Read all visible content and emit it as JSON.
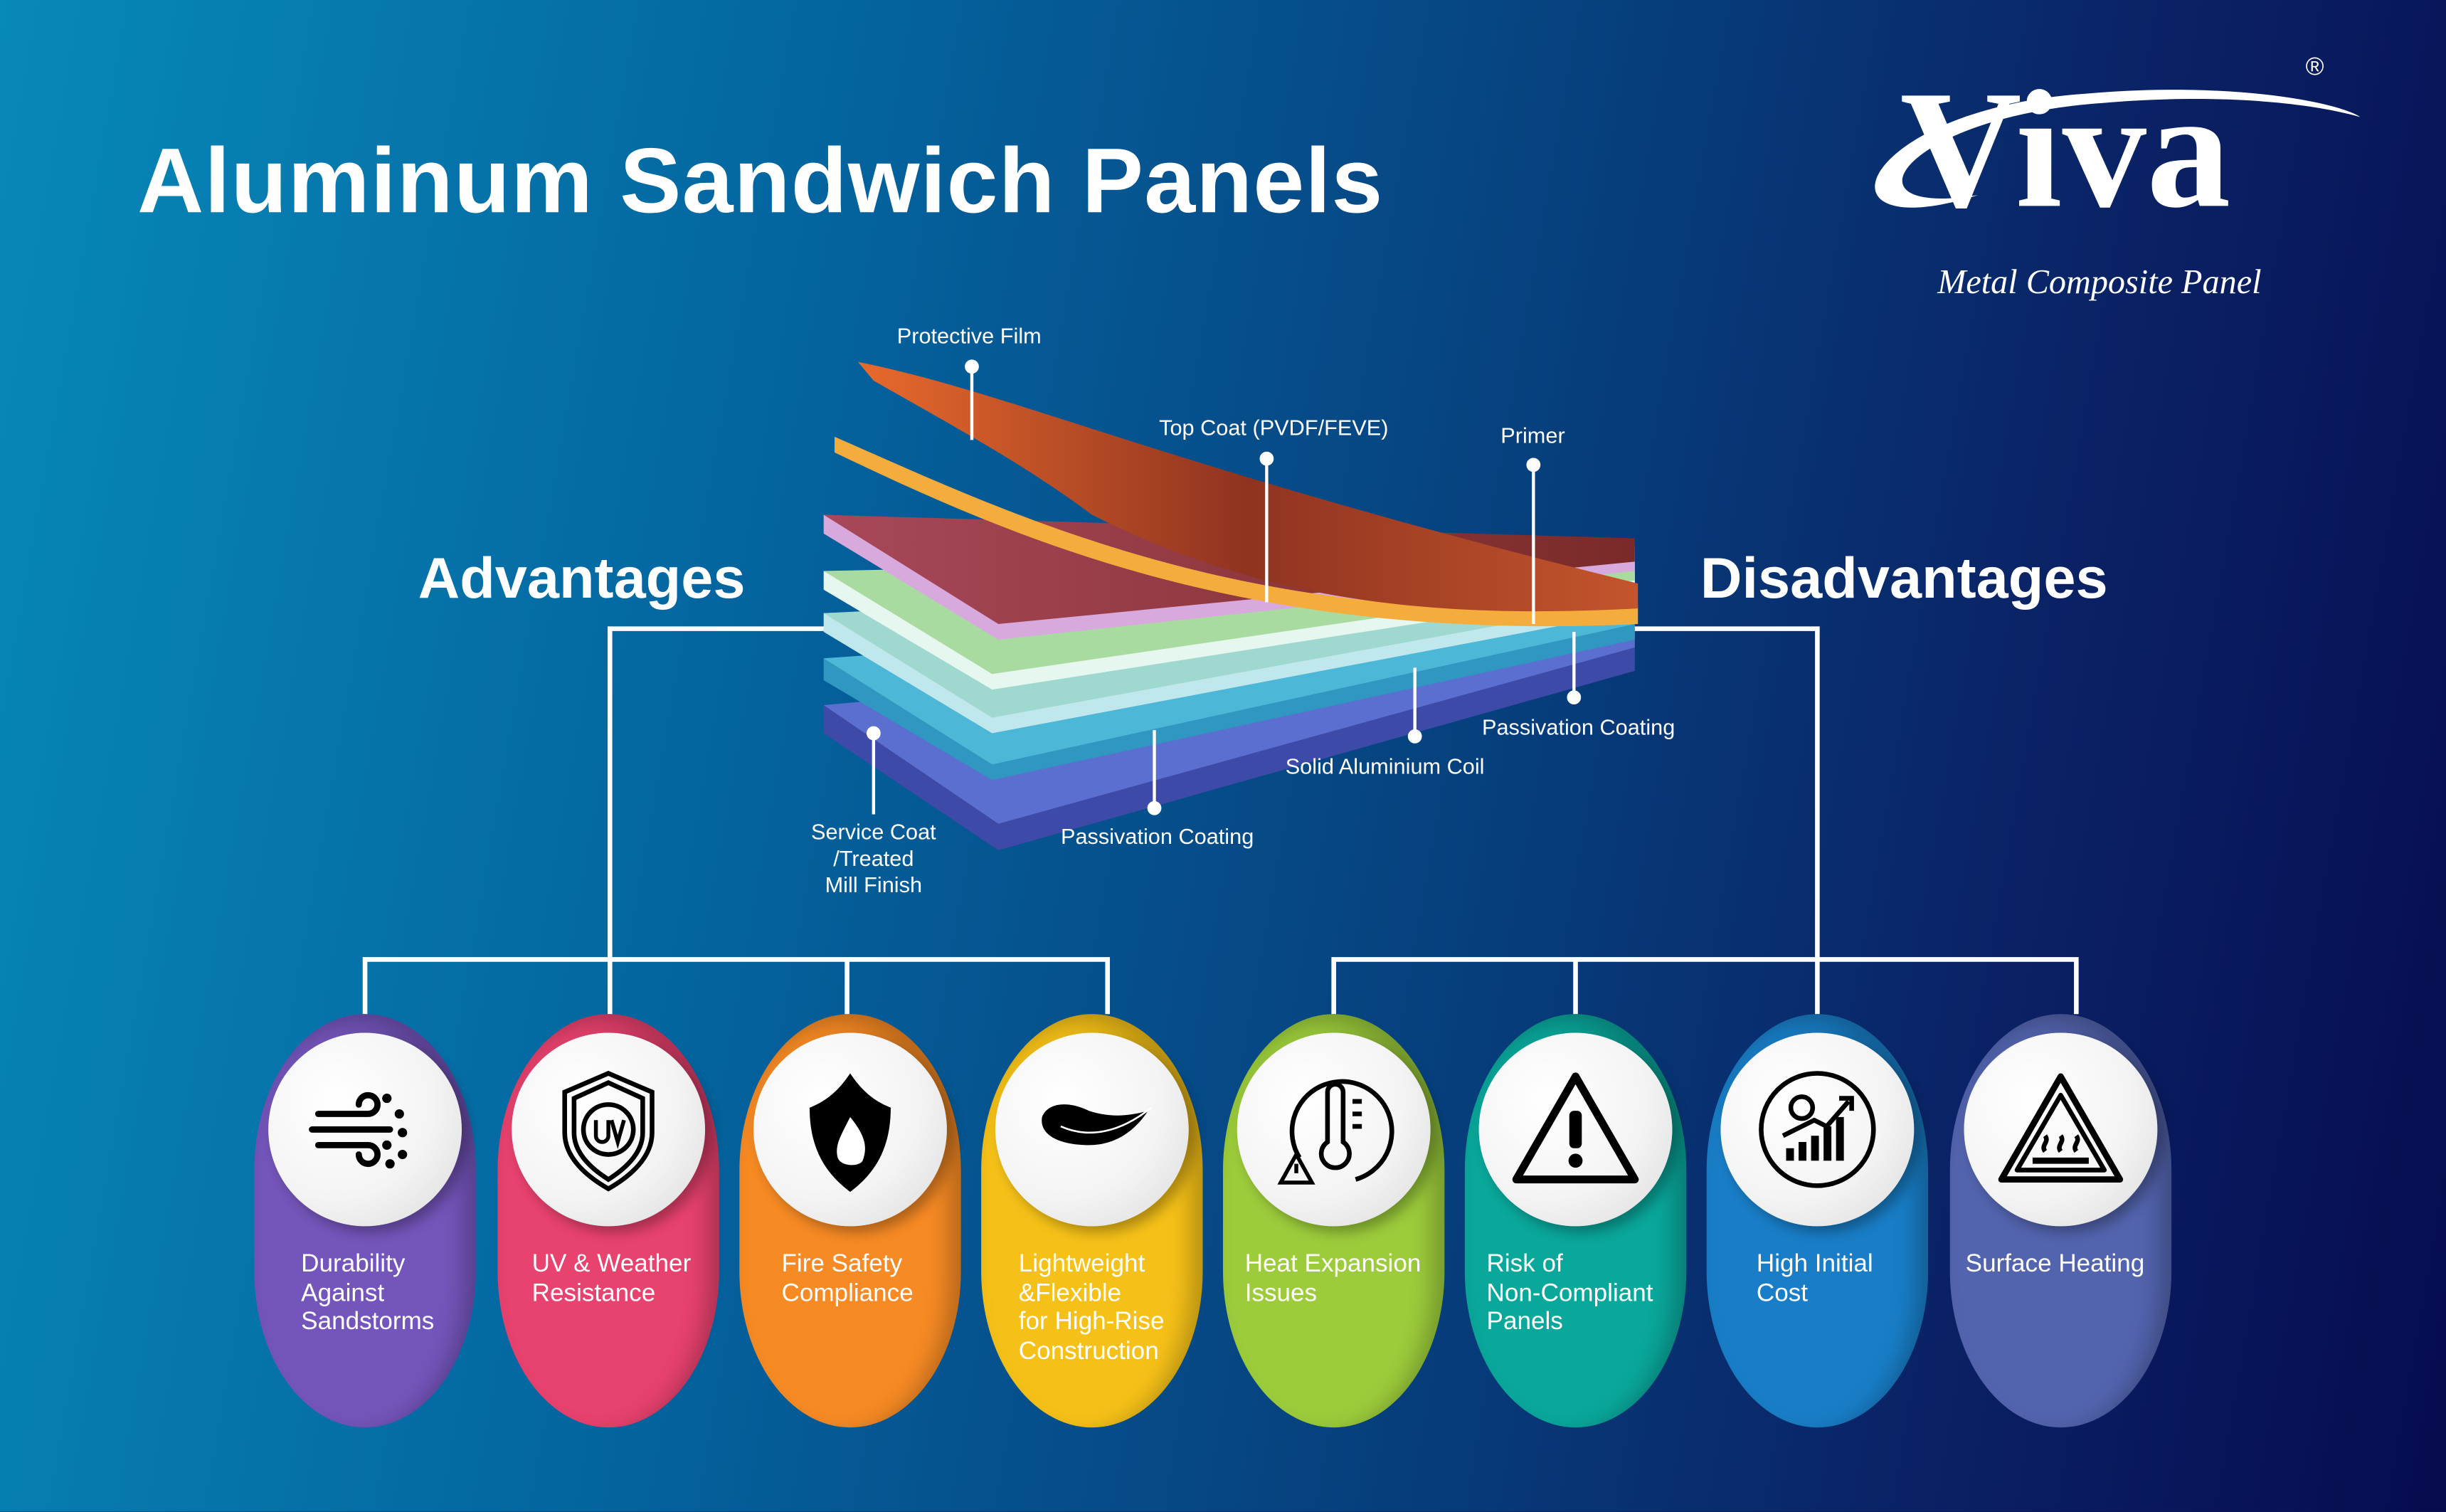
{
  "title": "Aluminum Sandwich Panels",
  "logo": {
    "brand": "Viva",
    "registered": "®",
    "tagline": "Metal Composite Panel"
  },
  "sections": {
    "advantages": "Advantages",
    "disadvantages": "Disadvantages"
  },
  "layers": {
    "protective_film": "Protective Film",
    "top_coat": "Top Coat (PVDF/FEVE)",
    "primer": "Primer",
    "passivation_top": "Passivation Coating",
    "solid_coil": "Solid Aluminium Coil",
    "passivation_bottom": "Passivation Coating",
    "service_coat": [
      "Service Coat",
      "/Treated",
      "Mill Finish"
    ]
  },
  "advantages": [
    {
      "lines": [
        "Durability",
        "Against",
        "Sandstorms"
      ],
      "icon": "wind-sand-icon",
      "color": "#7455bb"
    },
    {
      "lines": [
        "UV & Weather",
        "Resistance"
      ],
      "icon": "uv-shield-icon",
      "color": "#e8426e"
    },
    {
      "lines": [
        "Fire Safety",
        "Compliance"
      ],
      "icon": "fire-shield-icon",
      "color": "#f68a24"
    },
    {
      "lines": [
        "Lightweight",
        "&Flexible",
        "for High-Rise",
        "Construction"
      ],
      "icon": "feather-icon",
      "color": "#f5c118"
    }
  ],
  "disadvantages": [
    {
      "lines": [
        "Heat Expansion",
        "Issues"
      ],
      "icon": "thermometer-warning-icon",
      "color": "#9ccc3b"
    },
    {
      "lines": [
        "Risk of",
        "Non-Compliant",
        "Panels"
      ],
      "icon": "warning-triangle-icon",
      "color": "#0aa79b"
    },
    {
      "lines": [
        "High Initial",
        "Cost"
      ],
      "icon": "cost-growth-icon",
      "color": "#197ec7"
    },
    {
      "lines": [
        "Surface Heating"
      ],
      "icon": "hot-surface-icon",
      "color": "#5364ae"
    }
  ]
}
